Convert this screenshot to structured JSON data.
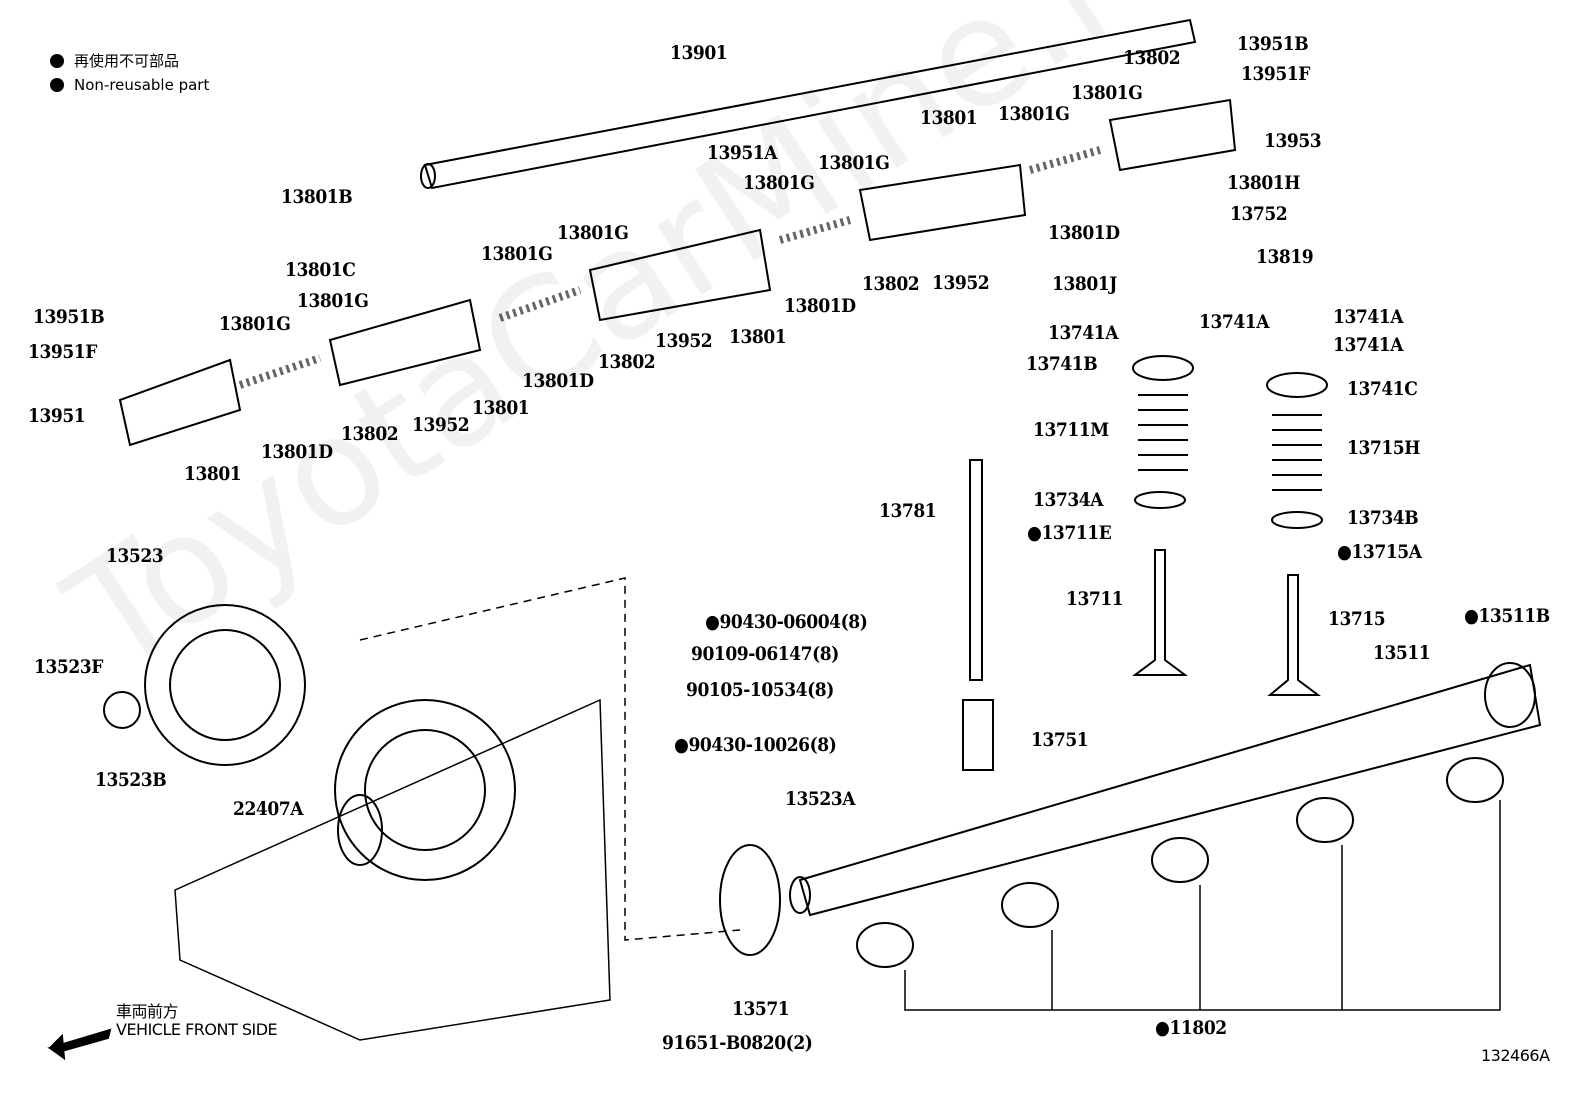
{
  "legend": {
    "jp": "再使用不可部品",
    "en": "Non-reusable part",
    "marker": "filled-circle"
  },
  "watermark": "ToyotaCarMine.ru",
  "diagram_id": "132466A",
  "front": {
    "jp": "車両前方",
    "en": "VEHICLE FRONT SIDE",
    "icon": "arrow-left-icon"
  },
  "labels": [
    {
      "text": "13901"
    },
    {
      "text": "13951B"
    },
    {
      "text": "13951F"
    },
    {
      "text": "13802"
    },
    {
      "text": "13801G"
    },
    {
      "text": "13953"
    },
    {
      "text": "13801"
    },
    {
      "text": "13801G"
    },
    {
      "text": "13951A"
    },
    {
      "text": "13801G"
    },
    {
      "text": "13801G"
    },
    {
      "text": "13801H"
    },
    {
      "text": "13752"
    },
    {
      "text": "13801D"
    },
    {
      "text": "13801B"
    },
    {
      "text": "13801G"
    },
    {
      "text": "13801G"
    },
    {
      "text": "13819"
    },
    {
      "text": "13801C"
    },
    {
      "text": "13801J"
    },
    {
      "text": "13802"
    },
    {
      "text": "13952"
    },
    {
      "text": "13801G"
    },
    {
      "text": "13801D"
    },
    {
      "text": "13951B"
    },
    {
      "text": "13741A"
    },
    {
      "text": "13741A"
    },
    {
      "text": "13741A"
    },
    {
      "text": "13741A"
    },
    {
      "text": "13801G"
    },
    {
      "text": "13952"
    },
    {
      "text": "13801"
    },
    {
      "text": "13951F"
    },
    {
      "text": "13802"
    },
    {
      "text": "13741B"
    },
    {
      "text": "13741C"
    },
    {
      "text": "13801D"
    },
    {
      "text": "13801"
    },
    {
      "text": "13951"
    },
    {
      "text": "13952"
    },
    {
      "text": "13802"
    },
    {
      "text": "13711M"
    },
    {
      "text": "13715H"
    },
    {
      "text": "13801D"
    },
    {
      "text": "13801"
    },
    {
      "text": "13734A"
    },
    {
      "text": "13781"
    },
    {
      "text": "13734B"
    },
    {
      "text": "●13711E"
    },
    {
      "text": "●13715A"
    },
    {
      "text": "13523"
    },
    {
      "text": "13711"
    },
    {
      "text": "13715"
    },
    {
      "text": "●13511B"
    },
    {
      "text": "●90430-06004(8)"
    },
    {
      "text": "90109-06147(8)"
    },
    {
      "text": "13511"
    },
    {
      "text": "13523F"
    },
    {
      "text": "90105-10534(8)"
    },
    {
      "text": "13751"
    },
    {
      "text": "●90430-10026(8)"
    },
    {
      "text": "13523B"
    },
    {
      "text": "13523A"
    },
    {
      "text": "22407A"
    },
    {
      "text": "13571"
    },
    {
      "text": "●11802"
    },
    {
      "text": "91651-B0820(2)"
    }
  ]
}
